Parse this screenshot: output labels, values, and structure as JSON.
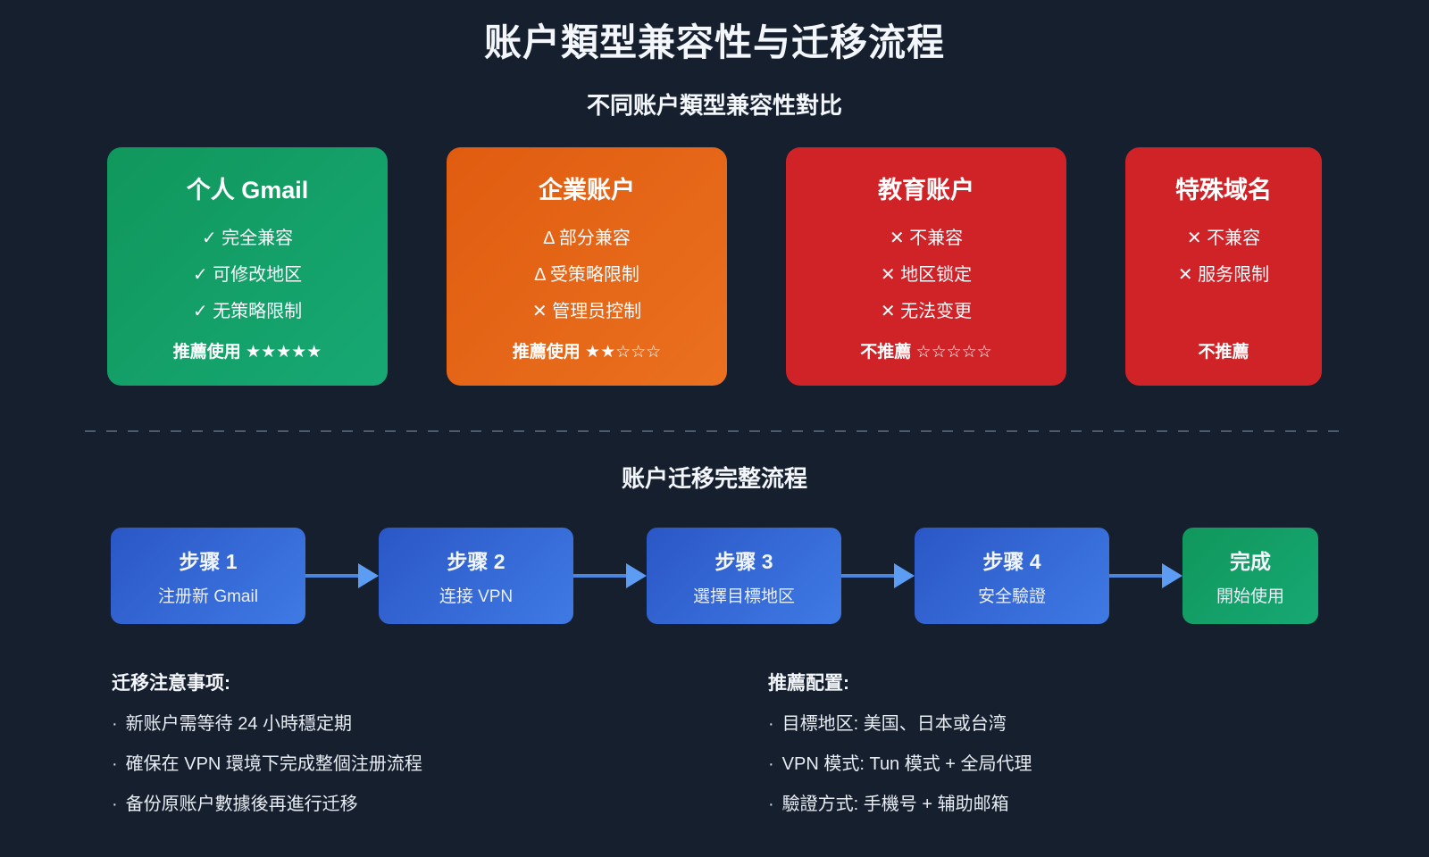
{
  "header": {
    "title": "账户類型兼容性与迁移流程",
    "subtitle": "不同账户類型兼容性對比"
  },
  "flow_section": {
    "title": "账户迁移完整流程"
  },
  "cards": [
    {
      "title": "个人 Gmail",
      "features": [
        "✓ 完全兼容",
        "✓ 可修改地区",
        "✓ 无策略限制"
      ],
      "rating": "推薦使用 ★★★★★",
      "color": "#12995F"
    },
    {
      "title": "企業账户",
      "features": [
        "Δ 部分兼容",
        "Δ 受策略限制",
        "✕ 管理员控制"
      ],
      "rating": "推薦使用 ★★☆☆☆",
      "color": "#E5661A"
    },
    {
      "title": "教育账户",
      "features": [
        "✕ 不兼容",
        "✕ 地区锁定",
        "✕ 无法变更"
      ],
      "rating": "不推薦 ☆☆☆☆☆",
      "color": "#CF2328"
    },
    {
      "title": "特殊域名",
      "features": [
        "✕ 不兼容",
        "✕ 服务限制"
      ],
      "rating": "不推薦",
      "color": "#CF2328"
    }
  ],
  "steps": [
    {
      "title": "步骤 1",
      "subtitle": "注册新 Gmail"
    },
    {
      "title": "步骤 2",
      "subtitle": "连接 VPN"
    },
    {
      "title": "步骤 3",
      "subtitle": "選擇目標地区"
    },
    {
      "title": "步骤 4",
      "subtitle": "安全驗證"
    },
    {
      "title": "完成",
      "subtitle": "開始使用"
    }
  ],
  "notes": {
    "bullet": "·",
    "left": {
      "heading": "迁移注意事项:",
      "items": [
        "新账户需等待 24 小時穩定期",
        "確保在 VPN 環境下完成整個注册流程",
        "备份原账户數據後再進行迁移"
      ]
    },
    "right": {
      "heading": "推薦配置:",
      "items": [
        "目標地区: 美国、日本或台湾",
        "VPN 模式: Tun 模式 + 全局代理",
        "驗證方式: 手機号 + 辅助邮箱"
      ]
    }
  },
  "colors": {
    "background": "#161F2E",
    "step_blue_dark": "#2B57C6",
    "step_blue_light": "#3F7AE4",
    "final_green": "#12995F",
    "arrow_blue": "#5C9DF3",
    "divider_gray": "#4C5A6E"
  }
}
